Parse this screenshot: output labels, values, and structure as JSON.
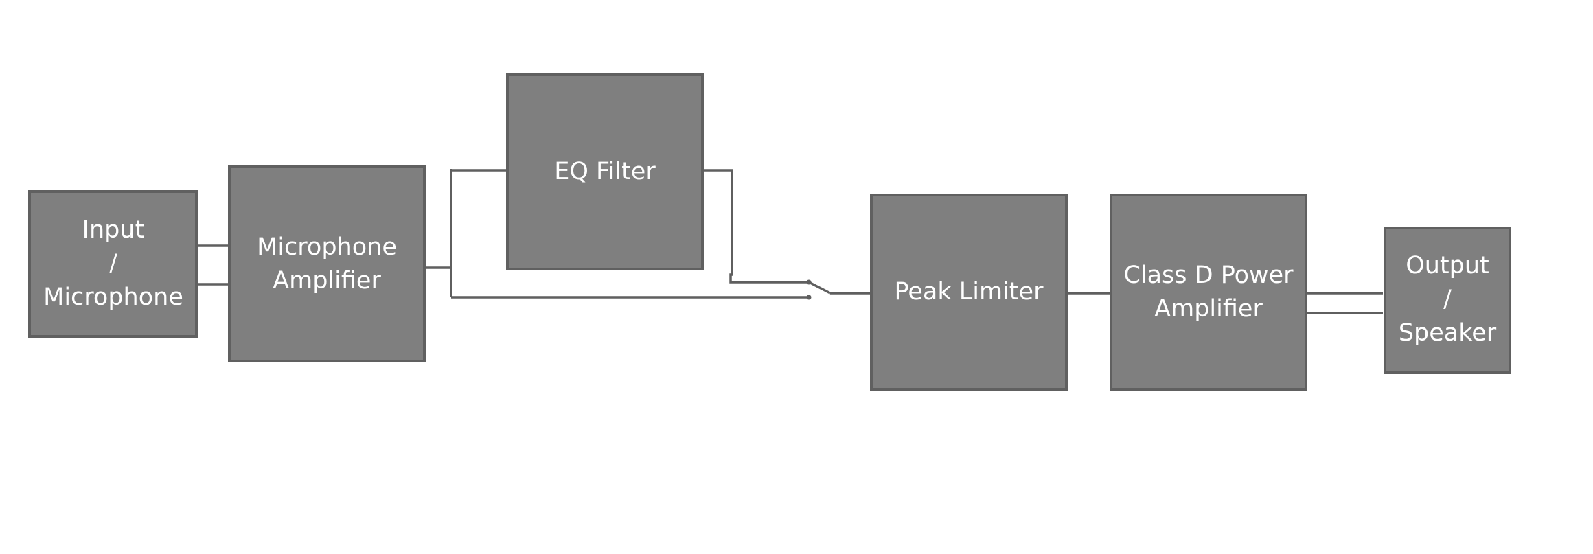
{
  "diagram": {
    "blocks": {
      "input": {
        "lines": [
          "Input",
          "/",
          "Microphone"
        ]
      },
      "mic_amp": {
        "lines": [
          "Microphone",
          "Amplifier"
        ]
      },
      "eq_filter": {
        "lines": [
          "EQ Filter"
        ]
      },
      "peak_limiter": {
        "lines": [
          "Peak Limiter"
        ]
      },
      "power_amp": {
        "lines": [
          "Class D Power",
          "Amplifier"
        ]
      },
      "output": {
        "lines": [
          "Output",
          "/",
          "Speaker"
        ]
      }
    },
    "colors": {
      "block_fill": "#7f7f7f",
      "block_border": "#606060",
      "wire": "#5f5f5f",
      "text": "#ffffff",
      "background": "#ffffff"
    }
  }
}
